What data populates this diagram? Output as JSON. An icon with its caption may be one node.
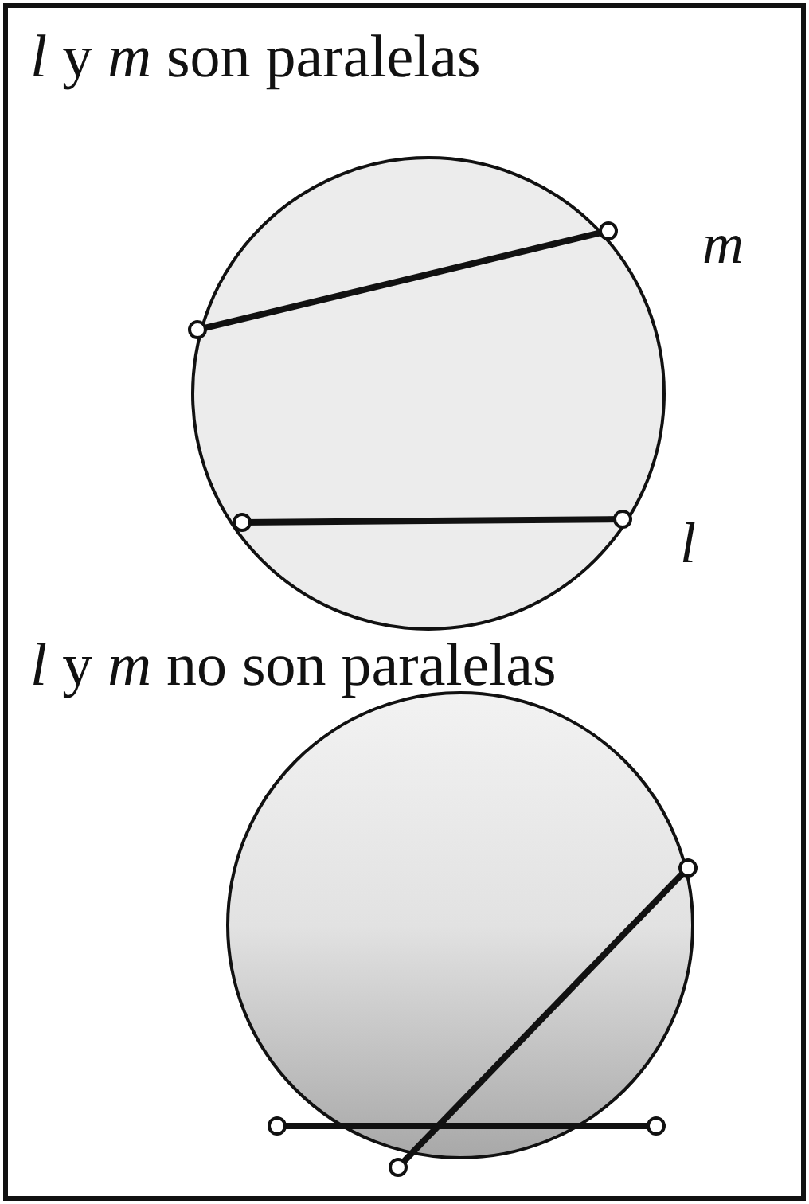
{
  "diagram": {
    "labels": [
      "*l* y *m* son paralelas",
      "m",
      "l",
      "*l* y *m* no son paralelas"
    ]
  }
}
